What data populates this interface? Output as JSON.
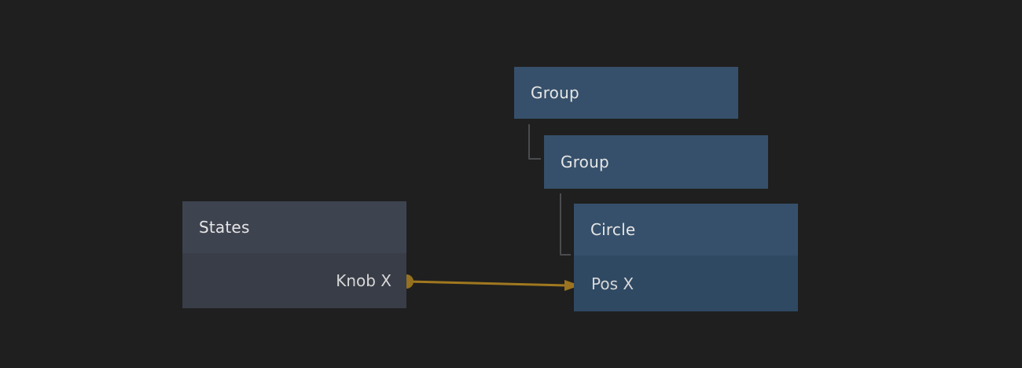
{
  "nodes": {
    "group1": {
      "title": "Group"
    },
    "group2": {
      "title": "Group"
    },
    "circle": {
      "title": "Circle",
      "input_row": "Pos X"
    },
    "states": {
      "title": "States",
      "output_row": "Knob X"
    }
  },
  "connection": {
    "from_node": "States",
    "from_port": "Knob X",
    "to_node": "Circle",
    "to_port": "Pos X"
  },
  "colors": {
    "background": "#1f1f1f",
    "node_blue_header": "#36506b",
    "node_blue_body": "#2f4963",
    "node_gray_header": "#3e4350",
    "node_gray_body": "#383d47",
    "tree_line": "#4a4c4e",
    "connection_line": "#a0781f",
    "connection_arrow": "#9c7320",
    "connection_port": "#96711f",
    "text": "#e6e6e6"
  }
}
